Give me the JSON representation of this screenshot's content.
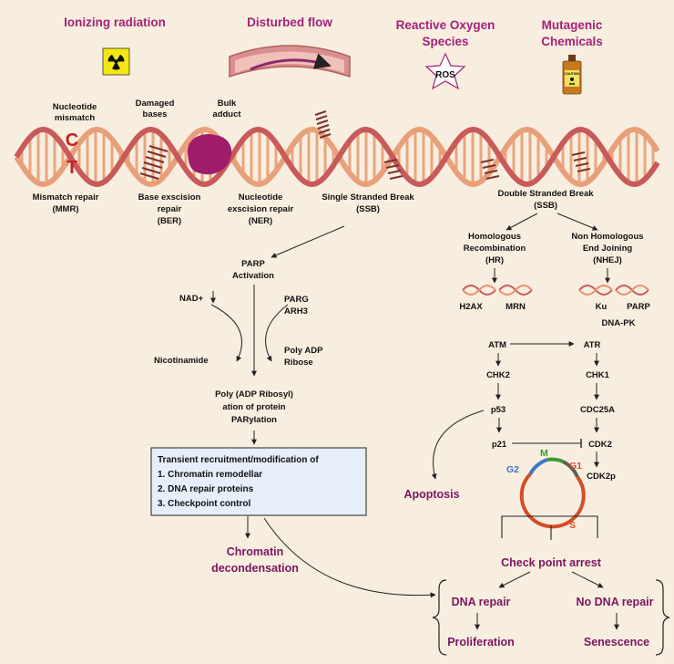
{
  "stressors": [
    "Ionizing radiation",
    "Disturbed flow",
    "Reactive Oxygen",
    "Species",
    "Mutagenic",
    "Chemicals"
  ],
  "ros_label": "ROS",
  "bottle_label": "CAUTION",
  "damage_types": [
    "Nucleotide",
    "mismatch",
    "Damaged",
    "bases",
    "Bulk",
    "adduct"
  ],
  "mismatch_letters": [
    "C",
    "T"
  ],
  "repairs": {
    "mmr": [
      "Mismatch repair",
      "(MMR)"
    ],
    "ber": [
      "Base exscision",
      "repair",
      "(BER)"
    ],
    "ner": [
      "Nucleotide",
      "exscision repair",
      "(NER)"
    ],
    "ssb": [
      "Single Stranded Break",
      "(SSB)"
    ],
    "dsb": [
      "Double  Stranded Break",
      "(SSB)"
    ]
  },
  "ssb_path": {
    "parp": [
      "PARP",
      "Activation"
    ],
    "nad": "NAD+",
    "parg": [
      "PARG",
      "ARH3"
    ],
    "nicotinamide": "Nicotinamide",
    "par": [
      "Poly ADP",
      "Ribose"
    ],
    "parylation": [
      "Poly (ADP Ribosyl)",
      "ation of protein",
      "PARylation"
    ],
    "box_lines": [
      "Transient recruitment/modification of",
      "1. Chromatin remodellar",
      "2. DNA repair proteins",
      "3. Checkpoint control"
    ],
    "outcome": [
      "Chromatin",
      "decondensation"
    ]
  },
  "dsb_path": {
    "hr": [
      "Homologous",
      "Recombination",
      "(HR)"
    ],
    "nhej": [
      "Non Homologous",
      "End Joining",
      "(NHEJ)"
    ],
    "hr_proteins": [
      "H2AX",
      "MRN"
    ],
    "nhej_proteins": [
      "Ku",
      "PARP",
      "DNA-PK"
    ],
    "left_chain": [
      "ATM",
      "CHK2",
      "p53",
      "p21"
    ],
    "right_chain": [
      "ATR",
      "CHK1",
      "CDC25A",
      "CDK2",
      "CDK2p"
    ],
    "cycle_phases": [
      "M",
      "G2",
      "G1",
      "S"
    ],
    "apoptosis": "Apoptosis"
  },
  "outcomes": {
    "checkpoint": "Check point arrest",
    "dna_repair": "DNA repair",
    "no_repair": "No DNA repair",
    "proliferation": "Proliferation",
    "senescence": "Senescence"
  },
  "colors": {
    "heading": "#a3217a",
    "pathway": "#7a1560",
    "dna_dark": "#c85a5a",
    "dna_light": "#e8a07a",
    "adduct": "#a01c6a",
    "box_fill": "#e6eefa"
  }
}
